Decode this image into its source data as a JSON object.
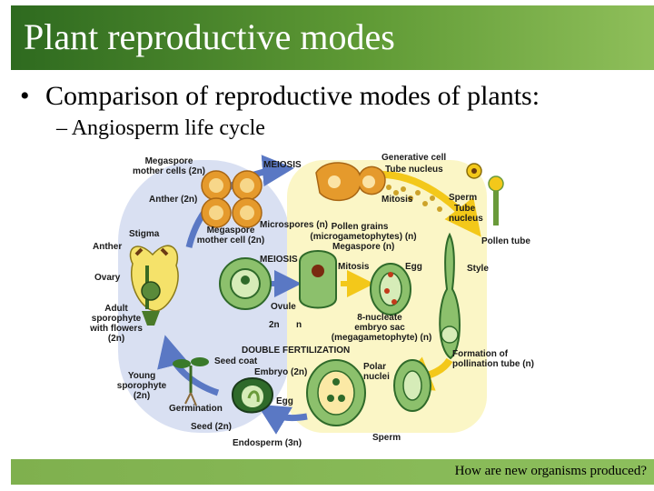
{
  "slide": {
    "title": "Plant reproductive modes",
    "bullet": "Comparison of reproductive modes of plants:",
    "sub_bullet_dash": "–",
    "sub_bullet": "Angiosperm life cycle",
    "footer": "How are new organisms produced?"
  },
  "colors": {
    "title_bar": "#3f7d26",
    "footer_bar": "#86b756",
    "haploid_bg": "#fbf6c6",
    "diploid_bg": "#d4dcf0",
    "arrow_yellow": "#f3c81a",
    "arrow_blue": "#5a78c4",
    "tissue_green": "#8cc06c",
    "dark_green": "#2f6a2a",
    "anther_orange": "#e59a2c"
  },
  "diagram": {
    "labels": {
      "megaspore_mother_cells": [
        "Megaspore",
        "mother cells (2n)"
      ],
      "meiosis_top": "MEIOSIS",
      "anther": "Anther (2n)",
      "stigma": "Stigma",
      "anther_flower": "Anther",
      "ovary": "Ovary",
      "adult_sporophyte": [
        "Adult",
        "sporophyte",
        "with flowers",
        "(2n)"
      ],
      "megaspore_mother_cell": [
        "Megaspore",
        "mother cell (2n)"
      ],
      "meiosis_mid": "MEIOSIS",
      "ovule": "Ovule",
      "ploidy_2n": "2n",
      "ploidy_n": "n",
      "microspores": "Microspores (n)",
      "mitosis_top": "Mitosis",
      "pollen_grains": [
        "Pollen grains",
        "(microgametophytes) (n)"
      ],
      "megaspore": "Megaspore (n)",
      "mitosis_mid": "Mitosis",
      "egg_top": "Egg",
      "eight_nucleate": [
        "8-nucleate",
        "embryo sac",
        "(megagametophyte) (n)"
      ],
      "generative_cell": "Generative cell",
      "tube_nucleus": "Tube nucleus",
      "sperm_top": "Sperm",
      "tube_nucleus_right": [
        "Tube",
        "nucleus"
      ],
      "pollen_tube": "Pollen tube",
      "style": "Style",
      "formation": [
        "Formation of",
        "pollination tube (n)"
      ],
      "double_fertilization": "DOUBLE FERTILIZATION",
      "seed_coat": "Seed coat",
      "embryo": "Embryo (2n)",
      "polar_nuclei": [
        "Polar",
        "nuclei"
      ],
      "egg_bottom": "Egg",
      "sperm_bottom": "Sperm",
      "young_sporophyte": [
        "Young",
        "sporophyte",
        "(2n)"
      ],
      "germination": "Germination",
      "seed": "Seed (2n)",
      "endosperm": "Endosperm (3n)"
    }
  }
}
